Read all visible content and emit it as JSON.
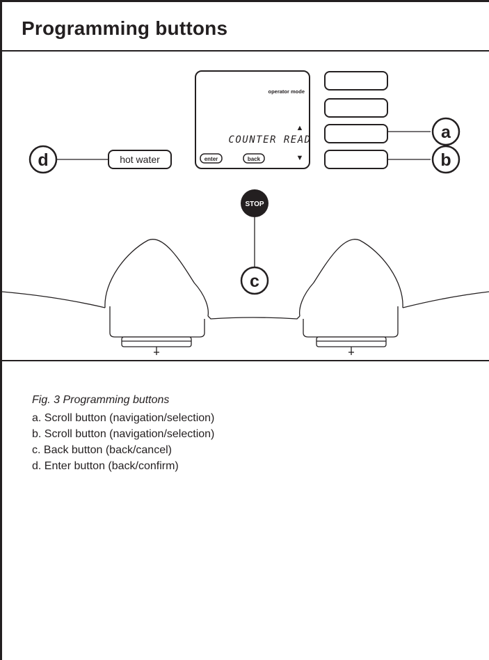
{
  "header": {
    "title": "Programming buttons"
  },
  "figure": {
    "display": {
      "mode_text": "operator mode",
      "main_text": "COUNTER READ",
      "enter_label": "enter",
      "back_label": "back",
      "up_arrow": "▲",
      "down_arrow": "▼"
    },
    "hot_water_label": "hot water",
    "stop_label": "STOP",
    "callouts": {
      "a": "a",
      "b": "b",
      "c": "c",
      "d": "d"
    }
  },
  "caption": {
    "title": "Fig. 3 Programming buttons",
    "items": [
      "a. Scroll button (navigation/selection)",
      "b. Scroll button (navigation/selection)",
      "c. Back button (back/cancel)",
      "d. Enter button (back/confirm)"
    ]
  },
  "colors": {
    "ink": "#231f20",
    "stop_fill": "#231f20",
    "background": "#ffffff"
  }
}
